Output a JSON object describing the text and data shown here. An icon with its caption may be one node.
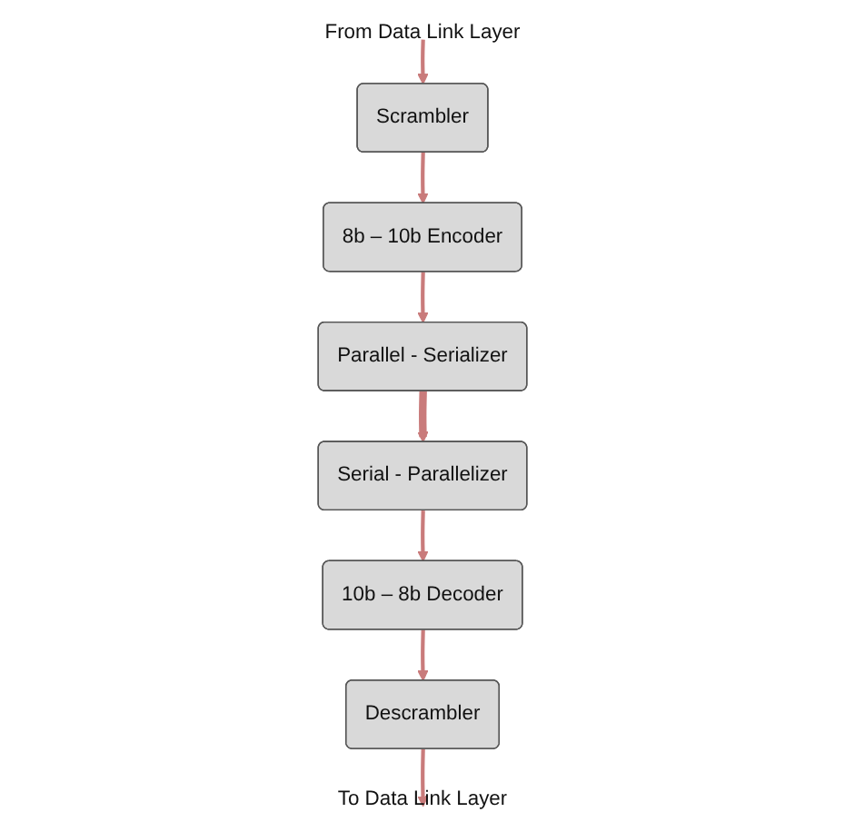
{
  "diagram": {
    "nodes": [
      {
        "text": [
          "From Data Link Layer"
        ]
      },
      {
        "text": [
          "Scrambler"
        ]
      },
      {
        "text": [
          "8b – 10b Encoder"
        ]
      },
      {
        "text": [
          "Parallel - Serializer"
        ]
      },
      {
        "text": [
          "Serial - Parallelizer"
        ]
      },
      {
        "text": [
          "10b – 8b Decoder"
        ]
      },
      {
        "text": [
          "Descrambler"
        ]
      },
      {
        "text": [
          "To Data Link Layer"
        ]
      }
    ],
    "edges": [
      {
        "from": 0,
        "to": 1,
        "arrow": "to"
      },
      {
        "from": 1,
        "to": 2,
        "arrow": "to"
      },
      {
        "from": 2,
        "to": 3,
        "arrow": "to"
      },
      {
        "from": 3,
        "to": 4,
        "arrow": "to",
        "style": "thick"
      },
      {
        "from": 4,
        "to": 5,
        "arrow": "to"
      },
      {
        "from": 5,
        "to": 6,
        "arrow": "to"
      },
      {
        "from": 6,
        "to": 7,
        "arrow": "to"
      }
    ]
  }
}
